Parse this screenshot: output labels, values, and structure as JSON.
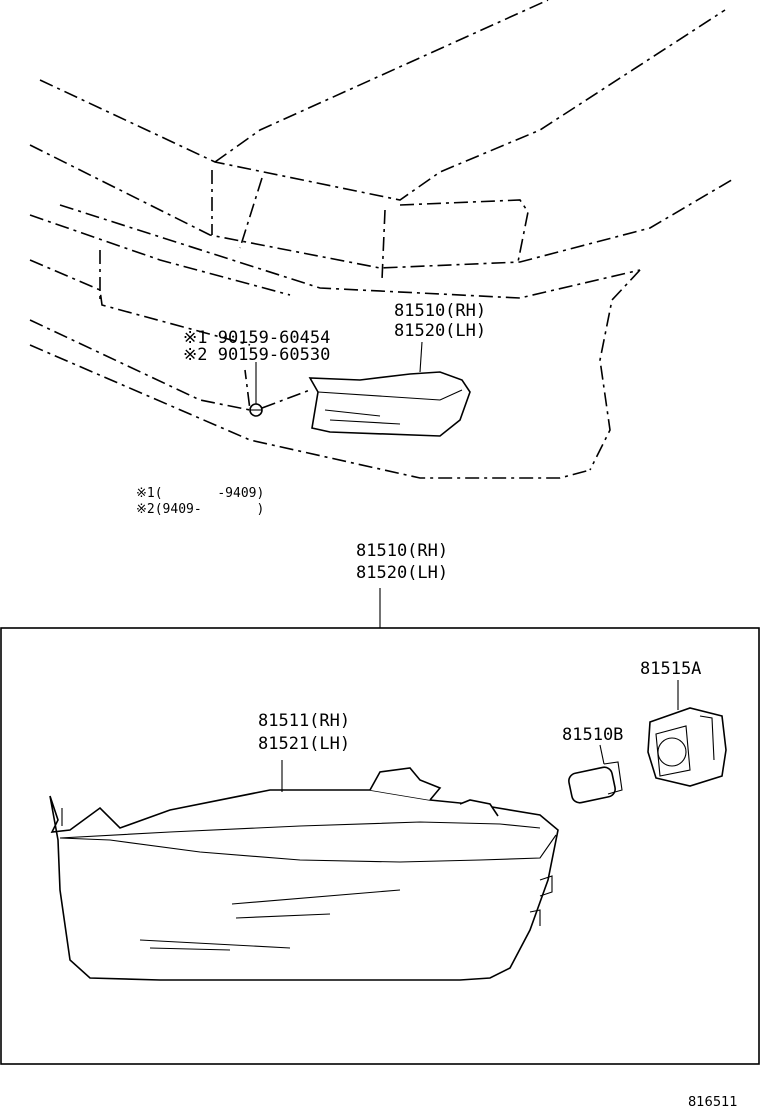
{
  "title_bar": "",
  "upper_view": {
    "lamp_part_rh": "81510(RH)",
    "lamp_part_lh": "81520(LH)",
    "screw_part_1": "※1 90159-60454",
    "screw_part_2": "※2 90159-60530",
    "note_1": "※1(       -9409)",
    "note_2": "※2(9409-       )"
  },
  "assembly": {
    "assembly_rh": "81510(RH)",
    "assembly_lh": "81520(LH)",
    "lens_rh": "81511(RH)",
    "lens_lh": "81521(LH)",
    "bulb": "81510B",
    "socket": "81515A"
  },
  "figure_ref": "816511"
}
